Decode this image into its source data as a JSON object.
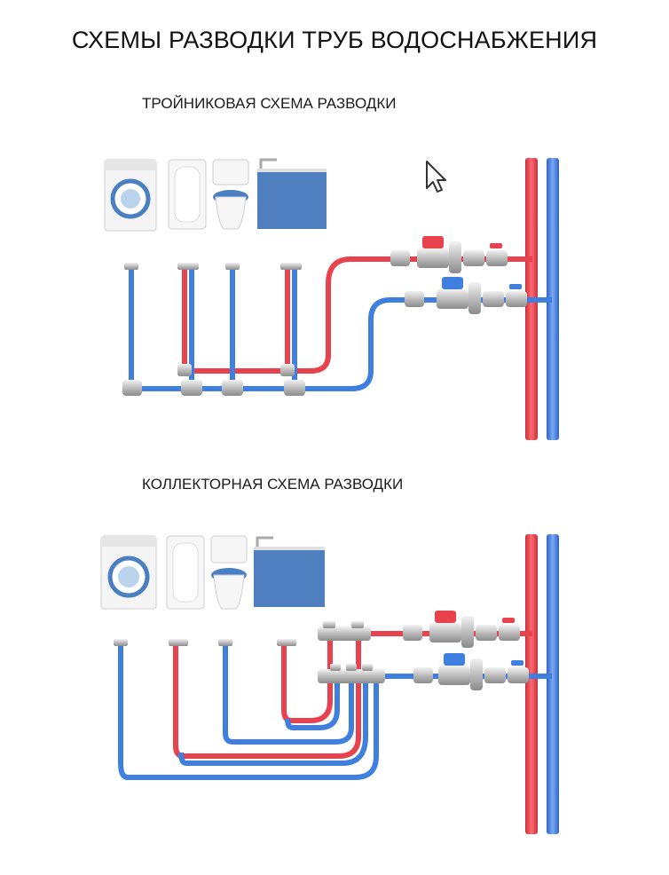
{
  "title": "СХЕМЫ РАЗВОДКИ ТРУБ ВОДОСНАБЖЕНИЯ",
  "schemes": [
    {
      "id": "tee",
      "label": "ТРОЙНИКОВАЯ СХЕМА РАЗВОДКИ"
    },
    {
      "id": "manifold",
      "label": "КОЛЛЕКТОРНАЯ СХЕМА РАЗВОДКИ"
    }
  ],
  "fixtures": [
    "washing-machine",
    "bathtub",
    "toilet",
    "sink-cabinet"
  ],
  "colors": {
    "hot": "#e8424f",
    "cold": "#3f7fe0",
    "fitting": "#c8c8c8",
    "fixture_blue": "#4a7fc4",
    "cabinet": "#4f7fbf"
  },
  "cursor_icon": "arrow-cursor-icon"
}
